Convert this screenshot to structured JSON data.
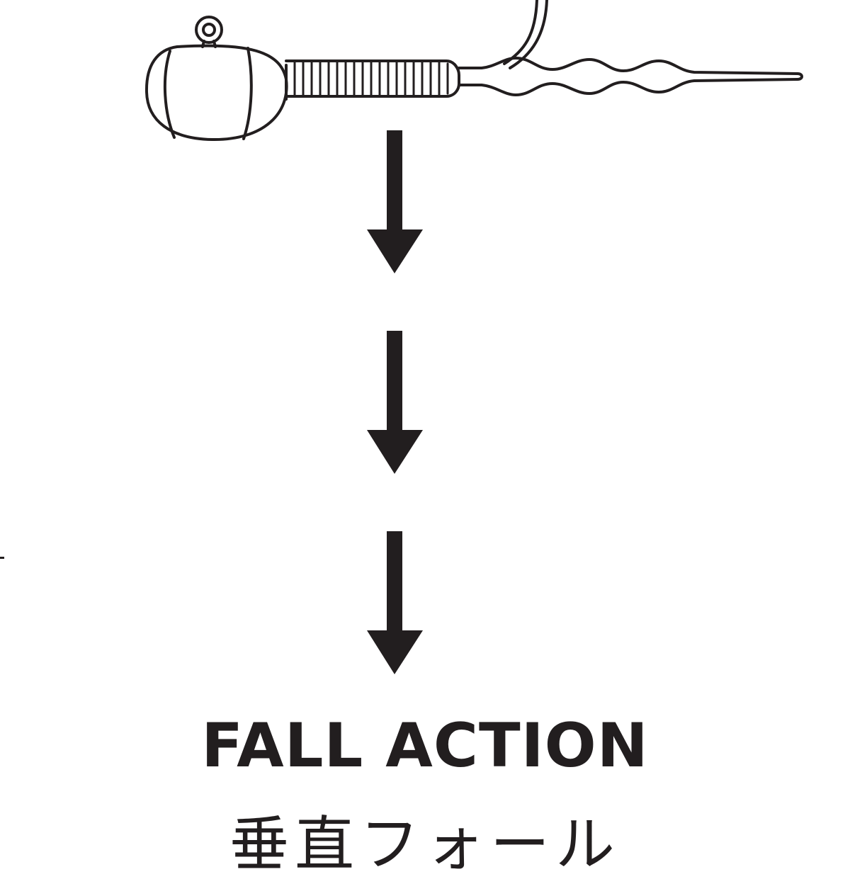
{
  "diagram": {
    "title": "FALL ACTION",
    "subtitle": "垂直フォール",
    "arrow_count": 3,
    "stroke_color": "#221e1f",
    "background_color": "#ffffff",
    "icon": "jig-head-lure-icon"
  }
}
